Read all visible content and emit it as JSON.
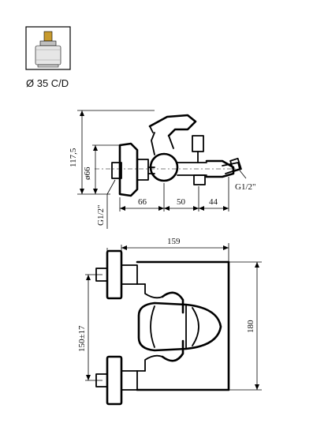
{
  "cartridge": {
    "label": "Ø 35 C/D",
    "icon": "cartridge-icon"
  },
  "side_view": {
    "height_dim": "117,5",
    "diameter_dim": "ø66",
    "inlet_thread": "G1/2\"",
    "outlet_thread": "G1/2\"",
    "dim_a": "66",
    "dim_b": "50",
    "dim_c": "44"
  },
  "top_view": {
    "width_dim": "159",
    "depth_dim": "180",
    "centers_dim": "150±17"
  }
}
